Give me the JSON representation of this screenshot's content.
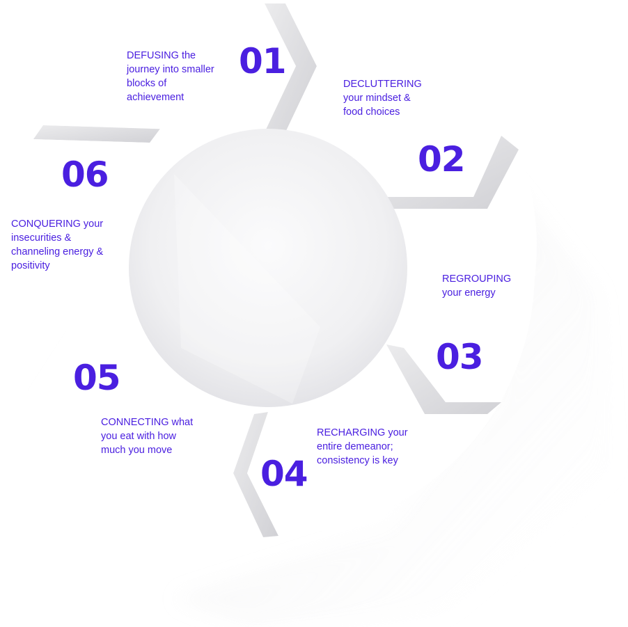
{
  "colors": {
    "accent": "#4a1fe0",
    "segment": "#ffffff",
    "shadow": "#d9d9dc",
    "hub": "#efeff1"
  },
  "steps": [
    {
      "number": "01",
      "lines": [
        "DEFUSING the",
        "journey into smaller",
        "blocks of",
        "achievement"
      ]
    },
    {
      "number": "02",
      "lines": [
        "DECLUTTERING",
        "your mindset &",
        "food choices"
      ]
    },
    {
      "number": "03",
      "lines": [
        "REGROUPING",
        "your energy"
      ]
    },
    {
      "number": "04",
      "lines": [
        "RECHARGING your",
        "entire demeanor;",
        "consistency is key"
      ]
    },
    {
      "number": "05",
      "lines": [
        "CONNECTING what",
        "you eat with how",
        "much you move"
      ]
    },
    {
      "number": "06",
      "lines": [
        "CONQUERING your",
        "insecurities &",
        "channeling energy &",
        "positivity"
      ]
    }
  ]
}
